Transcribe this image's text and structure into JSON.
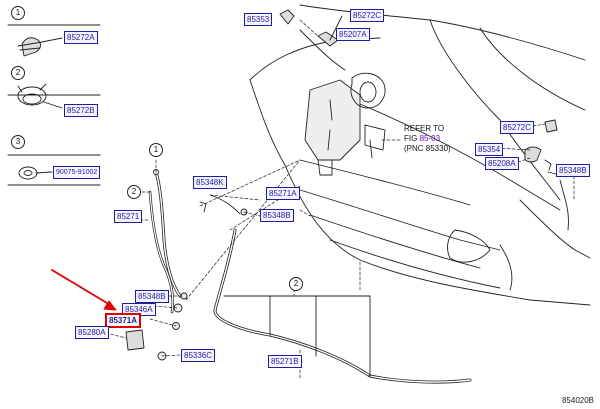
{
  "diagram": {
    "sheet_code": "854020B",
    "legend": [
      {
        "number": "1",
        "part_label": "85272A"
      },
      {
        "number": "2",
        "part_label": "85272B"
      },
      {
        "number": "3",
        "part_label": "90075-91002"
      }
    ],
    "badges": {
      "hose_top": "1",
      "hose_left": "2",
      "hose_bottom": "2"
    },
    "callouts": {
      "c85353": "85353",
      "c85272C_top": "85272C",
      "c85207A": "85207A",
      "c85272C_right": "85272C",
      "c85354": "85354",
      "c85208A": "85208A",
      "c85348B_right": "85348B",
      "c85348K": "85348K",
      "c85271A": "85271A",
      "c85348B_mid": "85348B",
      "c85271": "85271",
      "c85348B_low": "85348B",
      "c85346A": "85346A",
      "c85371A": "85371A",
      "c85280A": "85280A",
      "c85336C": "85336C",
      "c85271B": "85271B"
    },
    "refer_note": {
      "line1": "REFER TO",
      "line2_prefix": "FIG ",
      "line2_pnc": "85-03",
      "line3": "(PNC 85330)"
    },
    "highlight_color": "#e00000",
    "callout_color": "#1f1f9e"
  }
}
